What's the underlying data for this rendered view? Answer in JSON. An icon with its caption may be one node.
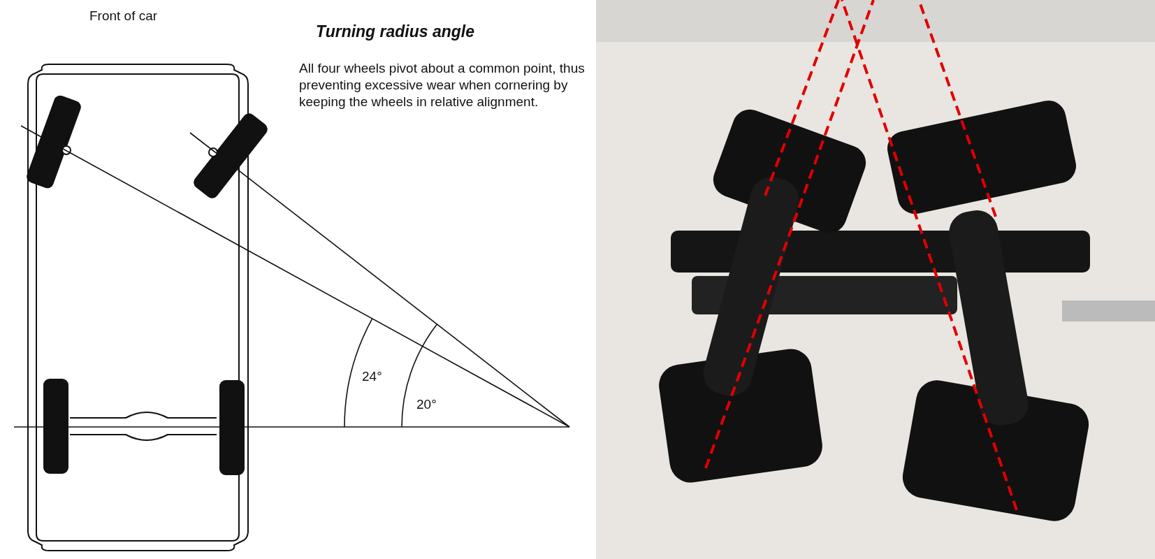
{
  "diagram": {
    "title": "Turning radius angle",
    "labels": [
      "Front of car",
      "All four wheels pivot about a common point, thus preventing excessive wear when cornering by keeping the wheels in relative alignment.",
      "24°",
      "20°"
    ]
  }
}
